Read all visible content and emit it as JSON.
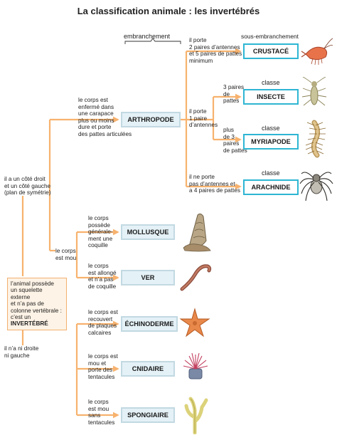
{
  "title": "La classification animale : les invertébrés",
  "headers": {
    "embranchement": "embranchement",
    "sous_embranchement": "sous-embranchement",
    "classe": "classe"
  },
  "root": {
    "lines": [
      "l’animal possède",
      "un squelette externe",
      "et n’a pas de",
      "colonne vertébrale :",
      "c’est un"
    ],
    "keyword": "INVERTÉBRÉ"
  },
  "criteria": {
    "symetrie": [
      "il a un côté droit",
      "et un côté gauche",
      "(plan de symétrie)"
    ],
    "no_symetrie": [
      "il n’a ni droite",
      "ni gauche"
    ],
    "carapace": [
      "le corps est",
      "enfermé dans",
      "une carapace",
      "plus ou moins",
      "dure et porte",
      "des pattes articulées"
    ],
    "mou": [
      "le corps",
      "est mou"
    ],
    "coquille": [
      "le corps",
      "possède",
      "générale-",
      "ment une",
      "coquille"
    ],
    "allonge": [
      "le corps",
      "est allongé",
      "et n’a pas",
      "de coquille"
    ],
    "plaques": [
      "le corps est",
      "recouvert",
      "de plaques",
      "calcaires"
    ],
    "tentacules": [
      "le corps est",
      "mou et",
      "porte des",
      "tentacules"
    ],
    "sans_tentacules": [
      "le corps",
      "est mou",
      "sans",
      "tentacules"
    ],
    "antennes_5": [
      "il porte",
      "2 paires d’antennes",
      "et 5 paires de pattes",
      "minimum"
    ],
    "une_antenne": [
      "il porte",
      "1 paire",
      "d’antennes"
    ],
    "trois_paires": [
      "3 paires",
      "de",
      "pattes"
    ],
    "plus_trois": [
      "plus",
      "de 3",
      "paires",
      "de pattes"
    ],
    "pas_antennes": [
      "il ne porte",
      "pas d’antennes et",
      "a 4 paires de pattes"
    ]
  },
  "groups": {
    "arthropode": "ARTHROPODE",
    "mollusque": "MOLLUSQUE",
    "ver": "VER",
    "echinoderme": "ÉCHINODERME",
    "cnidaire": "CNIDAIRE",
    "spongiaire": "SPONGIAIRE",
    "crustace": "CRUSTACÉ",
    "insecte": "INSECTE",
    "myriapode": "MYRIAPODE",
    "arachnide": "ARACHNIDE"
  },
  "colors": {
    "arrow": "#f7b26e",
    "box_fill": "#e4f1f6",
    "box_border": "#c2d9e2",
    "sub_border": "#2eb6d3",
    "root_fill": "#fdf3e6"
  },
  "icons": [
    "shrimp-icon",
    "insect-icon",
    "centipede-icon",
    "spider-icon",
    "snail-icon",
    "worm-icon",
    "starfish-icon",
    "anemone-icon",
    "sponge-icon"
  ]
}
